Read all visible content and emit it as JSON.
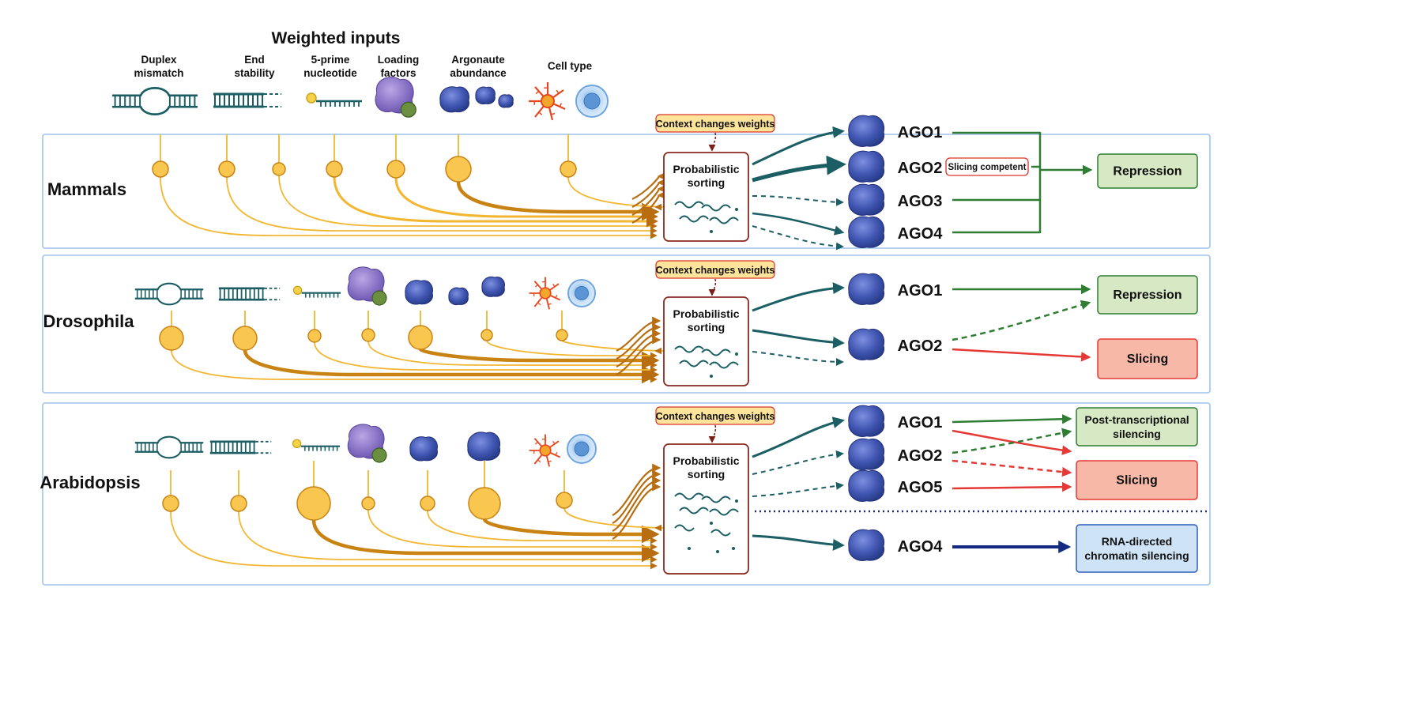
{
  "header": {
    "title": "Weighted inputs",
    "inputs": [
      {
        "lines": [
          "Duplex",
          "mismatch"
        ],
        "icon": "duplex-mismatch-icon"
      },
      {
        "lines": [
          "End",
          "stability"
        ],
        "icon": "end-stability-icon"
      },
      {
        "lines": [
          "5-prime",
          "nucleotide"
        ],
        "icon": "five-prime-nucleotide-icon"
      },
      {
        "lines": [
          "Loading",
          "factors"
        ],
        "icon": "loading-factor-icon"
      },
      {
        "lines": [
          "Argonaute",
          "abundance"
        ],
        "icon": "argonaute-abundance-icon"
      },
      {
        "lines": [
          "Cell type"
        ],
        "icon": "cell-type-icon"
      }
    ]
  },
  "panels": [
    {
      "species": "Mammals",
      "context": "Context changes weights",
      "sorter": [
        "Probabilistic",
        "sorting"
      ],
      "proteins": [
        "AGO1",
        "AGO2",
        "AGO3",
        "AGO4"
      ],
      "badge": "Slicing competent",
      "outcomes": [
        "Repression"
      ]
    },
    {
      "species": "Drosophila",
      "context": "Context changes weights",
      "sorter": [
        "Probabilistic",
        "sorting"
      ],
      "proteins": [
        "AGO1",
        "AGO2"
      ],
      "outcomes": [
        "Repression",
        "Slicing"
      ]
    },
    {
      "species": "Arabidopsis",
      "context": "Context changes weights",
      "sorter": [
        "Probabilistic",
        "sorting"
      ],
      "proteins": [
        "AGO1",
        "AGO2",
        "AGO5",
        "AGO4"
      ],
      "outcomes": [
        [
          "Post-transcriptional",
          "silencing"
        ],
        "Slicing",
        [
          "RNA-directed",
          "chromatin silencing"
        ]
      ]
    }
  ],
  "colors": {
    "panel_border": "#9ec3ea",
    "input_line": "#f2b630",
    "input_line_strong": "#c98312",
    "node_fill": "#f9c74f",
    "node_stroke": "#c98312",
    "sorter_border": "#8b2a1f",
    "context_fill": "#fde49a",
    "context_border": "#d9342b",
    "teal": "#1b5e63",
    "green": "#2e7d32",
    "red": "#e53935",
    "navy": "#142a80",
    "repression_fill": "#d6e8c4",
    "slicing_fill": "#f8b8a8",
    "chromatin_fill": "#cfe3f6",
    "ago_blob": "#3f55b0"
  }
}
